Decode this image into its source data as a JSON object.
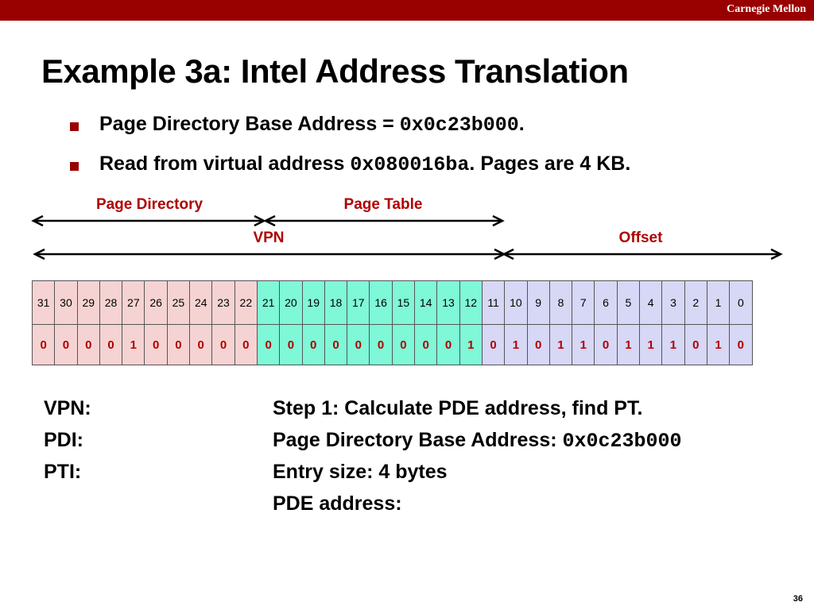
{
  "header": {
    "brand": "Carnegie Mellon"
  },
  "title": "Example 3a: Intel Address Translation",
  "bullets": [
    {
      "prefix": "Page Directory Base Address = ",
      "code": "0x0c23b000",
      "suffix": "."
    },
    {
      "prefix": "Read from virtual address ",
      "code": "0x080016ba",
      "suffix": ". Pages are 4 KB."
    }
  ],
  "diagram": {
    "page_directory_label": "Page Directory",
    "page_table_label": "Page Table",
    "vpn_label": "VPN",
    "offset_label": "Offset"
  },
  "bit_table": {
    "indices": [
      "31",
      "30",
      "29",
      "28",
      "27",
      "26",
      "25",
      "24",
      "23",
      "22",
      "21",
      "20",
      "19",
      "18",
      "17",
      "16",
      "15",
      "14",
      "13",
      "12",
      "11",
      "10",
      "9",
      "8",
      "7",
      "6",
      "5",
      "4",
      "3",
      "2",
      "1",
      "0"
    ],
    "values": [
      "0",
      "0",
      "0",
      "0",
      "1",
      "0",
      "0",
      "0",
      "0",
      "0",
      "0",
      "0",
      "0",
      "0",
      "0",
      "0",
      "0",
      "0",
      "0",
      "1",
      "0",
      "1",
      "0",
      "1",
      "1",
      "0",
      "1",
      "1",
      "1",
      "0",
      "1",
      "0"
    ],
    "colors": {
      "page_directory": "#f6d3d3",
      "page_table": "#7ff8d8",
      "offset": "#d7d7f6"
    }
  },
  "left_labels": [
    "VPN:",
    "PDI:",
    "PTI:"
  ],
  "right_lines": [
    {
      "text": "Step 1: Calculate PDE address, find PT.",
      "code": ""
    },
    {
      "text": "Page Directory Base Address:  ",
      "code": "0x0c23b000"
    },
    {
      "text": "Entry size: 4 bytes",
      "code": ""
    },
    {
      "text": "PDE address:",
      "code": ""
    }
  ],
  "page_number": "36",
  "accent_color": "#990000"
}
